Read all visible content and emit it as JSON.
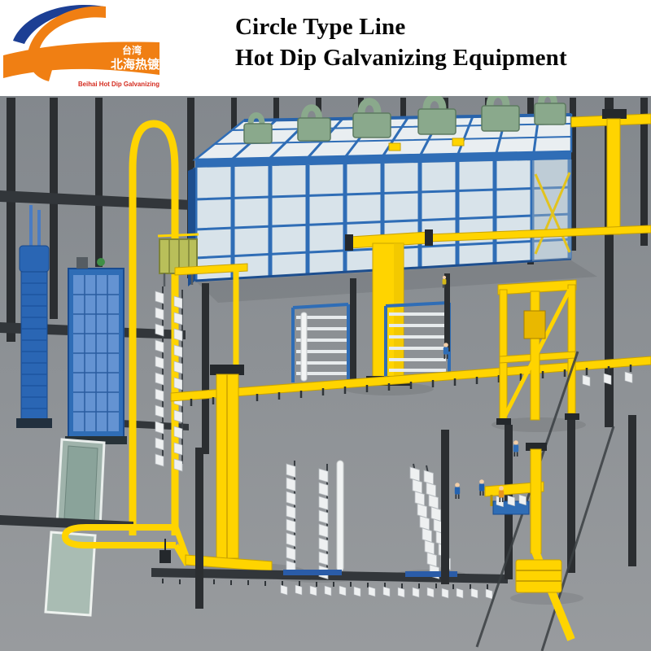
{
  "header": {
    "title_line1": "Circle Type Line",
    "title_line2": "Hot Dip Galvanizing Equipment",
    "logo": {
      "cn_top": "台湾",
      "cn_main": "北海热镀",
      "en_sub": "Beihai Hot Dip Galvanizing"
    }
  },
  "scene": {
    "colors": {
      "floor": "#8d9195",
      "conveyor_yellow": "#ffd400",
      "structure_blue": "#2f6db6",
      "panel_white": "#e9eef1",
      "hvac_green": "#8aa98c",
      "steel_dark": "#2b2e31",
      "equipment_blue": "#2a66b4",
      "tank_light": "#a9bcb3",
      "brand_orange": "#f07f13",
      "brand_blue": "#1c3f94",
      "brand_red": "#d42a1e"
    }
  }
}
